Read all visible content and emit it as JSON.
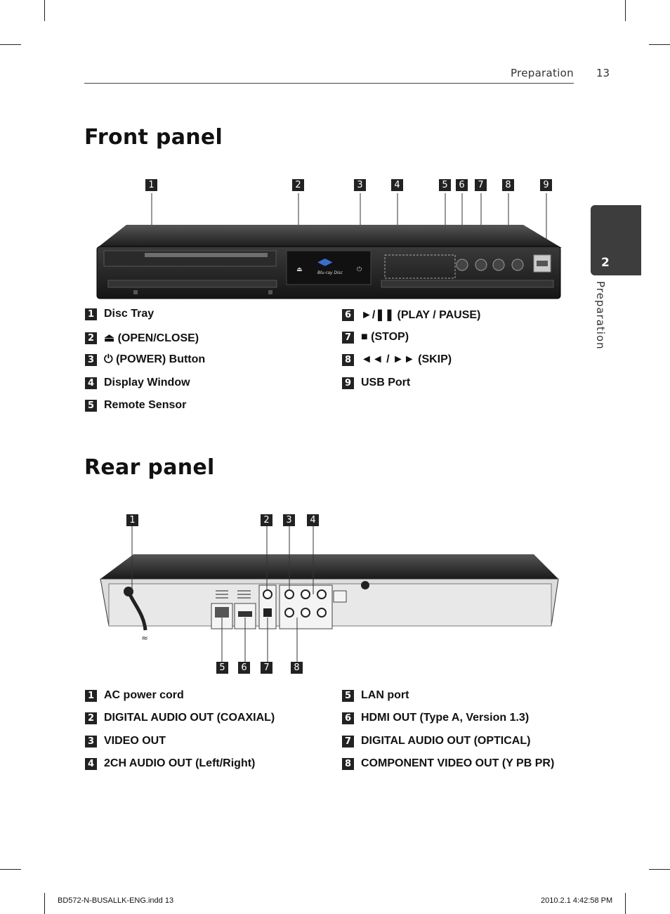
{
  "header": {
    "section": "Preparation",
    "page_number": "13"
  },
  "side_tab": {
    "number": "2",
    "label": "Preparation"
  },
  "front": {
    "title": "Front panel",
    "callouts": [
      "1",
      "2",
      "3",
      "4",
      "5",
      "6",
      "7",
      "8",
      "9"
    ],
    "items": [
      {
        "num": "1",
        "label": "Disc Tray"
      },
      {
        "num": "2",
        "label": "⏏ (OPEN/CLOSE)"
      },
      {
        "num": "3",
        "label": "⏻ (POWER) Button"
      },
      {
        "num": "4",
        "label": "Display Window"
      },
      {
        "num": "5",
        "label": "Remote Sensor"
      },
      {
        "num": "6",
        "label": "►/❚❚ (PLAY / PAUSE)"
      },
      {
        "num": "7",
        "label": "■ (STOP)"
      },
      {
        "num": "8",
        "label": "◄◄ / ►► (SKIP)"
      },
      {
        "num": "9",
        "label": "USB Port"
      }
    ]
  },
  "rear": {
    "title": "Rear panel",
    "callouts_top": [
      "1",
      "2",
      "3",
      "4"
    ],
    "callouts_bottom": [
      "5",
      "6",
      "7",
      "8"
    ],
    "items": [
      {
        "num": "1",
        "label": "AC power cord"
      },
      {
        "num": "2",
        "label": "DIGITAL AUDIO OUT (COAXIAL)"
      },
      {
        "num": "3",
        "label": "VIDEO OUT"
      },
      {
        "num": "4",
        "label": "2CH AUDIO OUT (Left/Right)"
      },
      {
        "num": "5",
        "label": "LAN port"
      },
      {
        "num": "6",
        "label": "HDMI OUT (Type A, Version 1.3)"
      },
      {
        "num": "7",
        "label": "DIGITAL AUDIO OUT (OPTICAL)"
      },
      {
        "num": "8",
        "label": "COMPONENT VIDEO OUT (Y PB PR)"
      }
    ]
  },
  "footer": {
    "left": "BD572-N-BUSALLK-ENG.indd   13",
    "right": "2010.2.1   4:42:58 PM"
  }
}
